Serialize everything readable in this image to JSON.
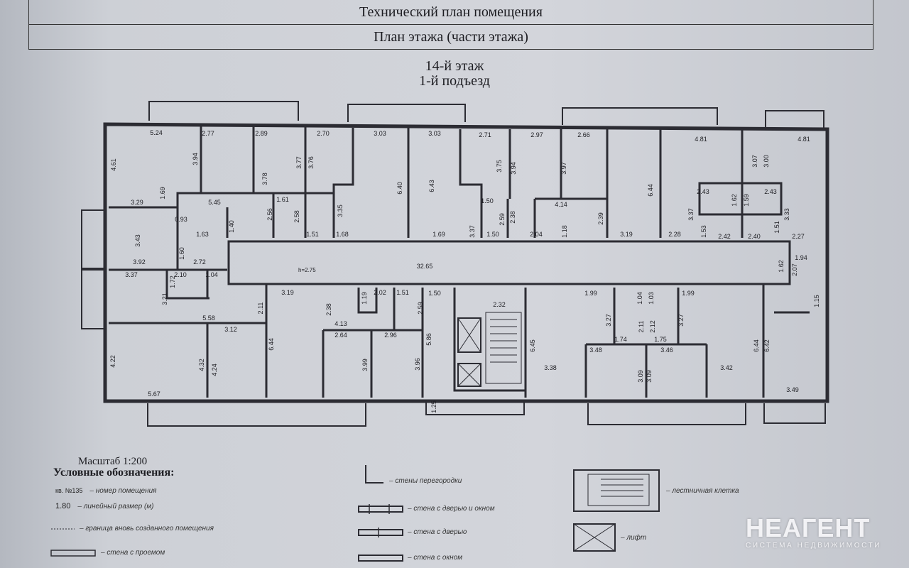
{
  "header": {
    "title": "Технический план помещения",
    "subtitle": "План этажа (части этажа)",
    "floor": "14-й этаж",
    "entrance": "1-й подъезд"
  },
  "plan": {
    "dimensions": [
      "5.24",
      "2.77",
      "2.89",
      "2.70",
      "3.03",
      "3.03",
      "2.71",
      "2.97",
      "2.66",
      "4.81",
      "4.81",
      "4.61",
      "3.94",
      "3.78",
      "3.77",
      "3.76",
      "6.40",
      "6.43",
      "3.75",
      "3.94",
      "3.97",
      "6.44",
      "3.07",
      "3.00",
      "1.69",
      "3.29",
      "5.45",
      "1.61",
      "2.58",
      "3.35",
      "3.37",
      "1.50",
      "2.59",
      "2.38",
      "4.14",
      "2.39",
      "2.43",
      "2.43",
      "1.62",
      "1.59",
      "3.37",
      "3.33",
      "0.93",
      "1.63",
      "1.40",
      "2.56",
      "1.51",
      "1.68",
      "1.69",
      "1.50",
      "2.04",
      "1.18",
      "3.19",
      "2.28",
      "1.53",
      "2.42",
      "2.40",
      "1.51",
      "2.27",
      "3.43",
      "3.92",
      "1.60",
      "2.72",
      "32.65",
      "1.94",
      "1.62",
      "2.07",
      "3.37",
      "2.10",
      "1.04",
      "1.72",
      "3.21",
      "3.19",
      "2.38",
      "1.19",
      "2.02",
      "1.51",
      "2.59",
      "1.50",
      "2.32",
      "1.99",
      "1.04",
      "1.03",
      "1.99",
      "1.15",
      "5.58",
      "2.11",
      "4.13",
      "3.27",
      "3.27",
      "2.11",
      "2.12",
      "1.74",
      "1.75",
      "3.12",
      "2.64",
      "2.96",
      "5.86",
      "3.48",
      "3.46",
      "4.22",
      "4.32",
      "4.24",
      "6.44",
      "3.99",
      "3.96",
      "3.38",
      "6.45",
      "3.09",
      "3.09",
      "3.42",
      "6.44",
      "6.42",
      "5.67",
      "1.25",
      "3.49"
    ],
    "corridor_height": "h=2.75"
  },
  "legend": {
    "scale": "Масштаб 1:200",
    "heading": "Условные обозначения:",
    "room_number_sample": "кв. №135",
    "room_number_desc": "– номер помещения",
    "linear_sample": "1.80",
    "linear_desc": "– линейный размер (м)",
    "border_desc": "– граница вновь созданного помещения",
    "opening_desc": "– стена с проемом",
    "partition_desc": "– стены перегородки",
    "door_window_desc": "– стена с дверью и окном",
    "door_desc": "– стена с дверью",
    "window_desc": "– стена с окном",
    "stair_desc": "– лестничная клетка",
    "lift_desc": "– лифт"
  },
  "watermark": {
    "brand": "НЕАГЕНТ",
    "tagline": "СИСТЕМА НЕДВИЖИМОСТИ"
  }
}
